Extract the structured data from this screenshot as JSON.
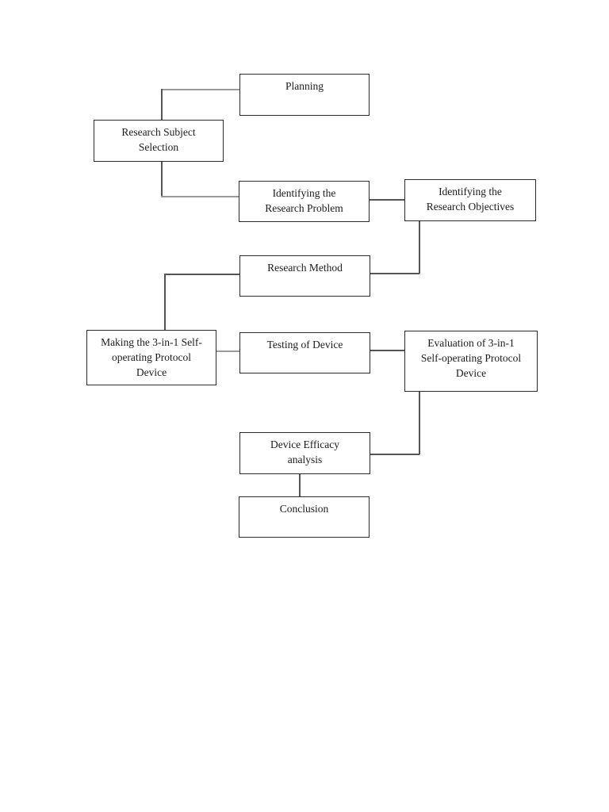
{
  "diagram": {
    "type": "flowchart",
    "nodes": [
      {
        "id": "planning",
        "lines": [
          "Planning"
        ]
      },
      {
        "id": "subject-selection",
        "lines": [
          "Research Subject",
          "Selection"
        ]
      },
      {
        "id": "research-problem",
        "lines": [
          "Identifying the",
          "Research Problem"
        ]
      },
      {
        "id": "research-objectives",
        "lines": [
          "Identifying the",
          "Research Objectives"
        ]
      },
      {
        "id": "research-method",
        "lines": [
          "Research Method"
        ]
      },
      {
        "id": "making-device",
        "lines": [
          "Making the 3-in-1 Self-",
          "operating Protocol",
          "Device"
        ]
      },
      {
        "id": "testing-device",
        "lines": [
          "Testing of Device"
        ]
      },
      {
        "id": "evaluation-device",
        "lines": [
          "Evaluation of 3-in-1",
          "Self-operating Protocol",
          "Device"
        ]
      },
      {
        "id": "efficacy-analysis",
        "lines": [
          "Device Efficacy",
          "analysis"
        ]
      },
      {
        "id": "conclusion",
        "lines": [
          "Conclusion"
        ]
      }
    ],
    "edges": [
      {
        "from": "planning",
        "to": "subject-selection"
      },
      {
        "from": "subject-selection",
        "to": "research-problem"
      },
      {
        "from": "research-problem",
        "to": "research-objectives"
      },
      {
        "from": "research-objectives",
        "to": "research-method"
      },
      {
        "from": "research-method",
        "to": "making-device"
      },
      {
        "from": "making-device",
        "to": "testing-device"
      },
      {
        "from": "testing-device",
        "to": "evaluation-device"
      },
      {
        "from": "evaluation-device",
        "to": "efficacy-analysis"
      },
      {
        "from": "efficacy-analysis",
        "to": "conclusion"
      }
    ],
    "colors": {
      "box_border": "#2b2b2b",
      "connector": "#555555",
      "background": "#ffffff"
    }
  }
}
